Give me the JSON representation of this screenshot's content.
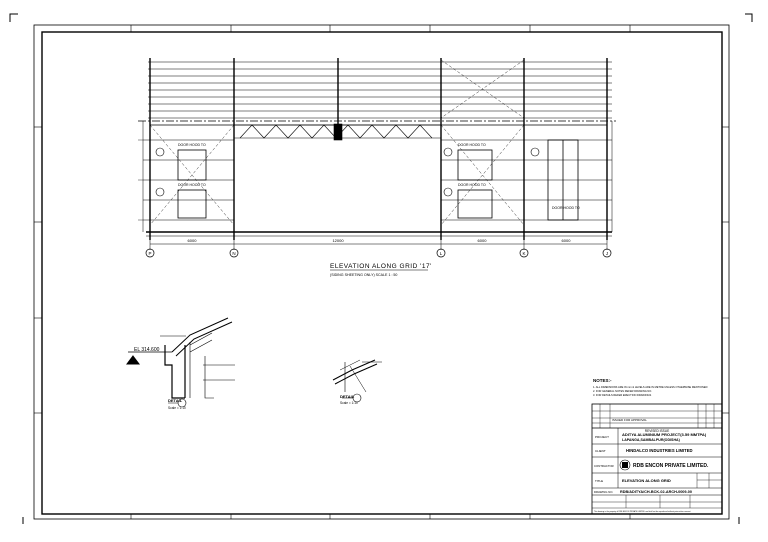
{
  "sheet": {
    "elevation_title": "ELEVATION ALONG GRID '17'",
    "elevation_subtitle": "(SIDING SHEETING ONLY)  SCALE 1 : 50",
    "grid_bubbles": [
      "P",
      "N",
      "L",
      "K",
      "J"
    ],
    "bay_dims": [
      "6000",
      "12000",
      "6000",
      "6000"
    ],
    "level_mark": "EL 314.600",
    "detail1_title": "DETAIL",
    "detail1_scale": "Scale = 1:10",
    "detail2_title": "DETAIL",
    "detail2_scale": "Scale = 1:10",
    "door_tags": [
      "DOOR HOOD TO",
      "DOOR HOOD TO",
      "DOOR HOOD TO",
      "DOOR HOOD TO",
      "DOOR HOOD TO"
    ],
    "notes_title": "NOTES:-",
    "notes": [
      "1. ALL DIMENSIONS ARE IN mm & LEVELS ARE IN METRE UNLESS OTHERWISE MENTIONED",
      "2. FOR GENERAL NOTES REFER DRAWING NO.",
      "3. FOR DETAILS REFER ERECTION DRAWINGS"
    ]
  },
  "title_block": {
    "revision_row": "ISSUED FOR APPROVAL",
    "drawing_status": "REVISED ISSUE",
    "project_label": "PROJECT",
    "project_line1": "ADITYA ALUMINIUM PROJECT(3.59 MMTPA)",
    "project_line2": "LAPANGA,SAMBALPUR(ODISHA)",
    "client_label": "CLIENT",
    "client_name": "HINDALCO INDUSTRIES LIMITED",
    "contractor_label": "CONTRACTOR",
    "contractor_name": "RDB ENCON PRIVATE LIMITED.",
    "title_label": "TITLE",
    "title_text": "ELEVATION ALONG GRID",
    "drawing_no_label": "DRAWING NO.",
    "drawing_no": "RDB/ADITYA/CH-BCK-02-ARCH-0009-00",
    "footer_note": "This drawing is the property of RDB ENCON PRIVATE LIMITED and shall not be reproduced without prior written consent"
  }
}
